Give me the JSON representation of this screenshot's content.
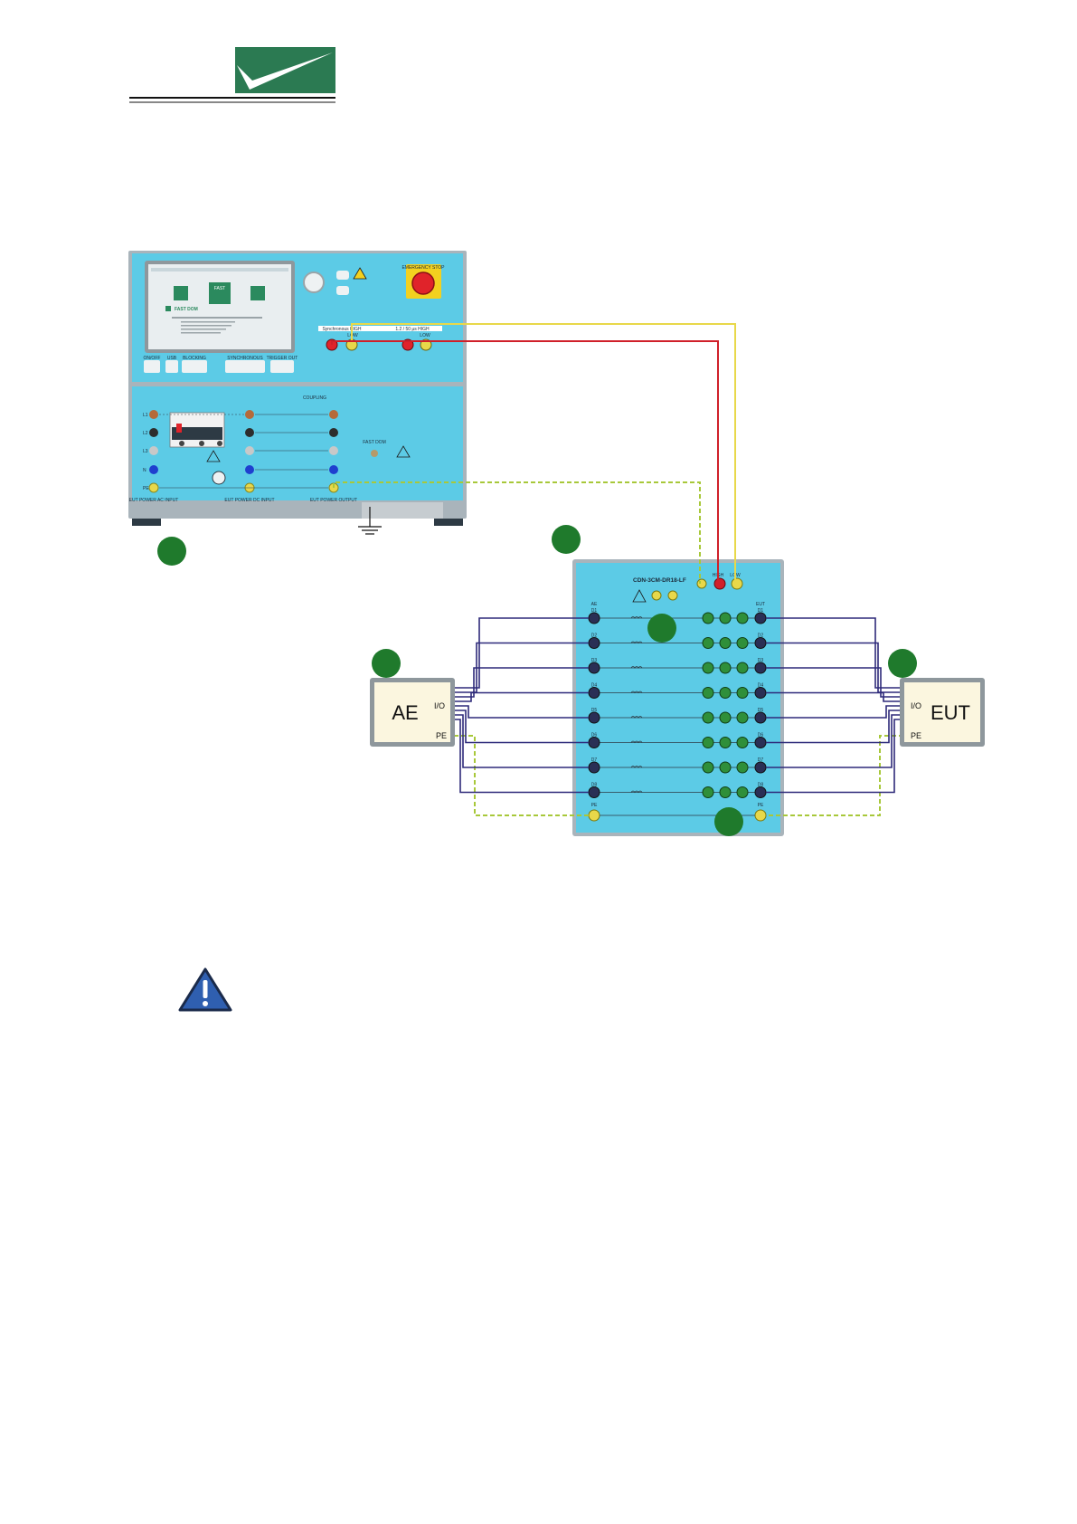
{
  "colors": {
    "logo_green": "#2b7a52",
    "panel_blue": "#5ccbe6",
    "panel_frame": "#a9b4bb",
    "wire_purple": "#2e2a7a",
    "wire_red": "#d0202a",
    "wire_yellow": "#e8d84a",
    "wire_pe": "#a8c83a",
    "marker_green": "#1f7a2c",
    "estop_red": "#e0232a",
    "box_fill": "#fbf6df",
    "warning_blue": "#2f5fb0"
  },
  "generator": {
    "screen": {
      "title": "FAST DOM",
      "tiles": [
        "",
        "FAST",
        ""
      ]
    },
    "estop_label": "EMERGENCY STOP",
    "output_labels": [
      "Synchronous HIGH",
      "LOW",
      "1.2 / 50 µs HIGH",
      "LOW"
    ],
    "front_buttons": [
      "ON/OFF",
      "USB",
      "BLOCKING",
      "SYNCHRONOUS",
      "TRIGGER OUT"
    ],
    "line_labels": [
      "L1",
      "L2",
      "L3",
      "N",
      "PE"
    ],
    "coupling_label": "COUPLING",
    "fast_dom_label": "FAST DOM",
    "input_labels": [
      "EUT POWER AC INPUT",
      "EUT POWER DC INPUT",
      "EUT POWER OUTPUT"
    ]
  },
  "cdn": {
    "title": "CDN-3CM-DR18-LF",
    "in_labels": [
      "HIGH",
      "LOW"
    ],
    "ae_header": "AE",
    "eut_header": "EUT",
    "rows": [
      "D1",
      "D2",
      "D3",
      "D4",
      "D5",
      "D6",
      "D7",
      "D8"
    ],
    "pe_label": "PE"
  },
  "ae_box": {
    "label": "AE",
    "io": "I/O",
    "pe": "PE"
  },
  "eut_box": {
    "label": "EUT",
    "io": "I/O",
    "pe": "PE"
  },
  "icons": [
    "logo-checkmark-icon",
    "warning-triangle-icon",
    "ground-icon",
    "warning-info-icon"
  ]
}
